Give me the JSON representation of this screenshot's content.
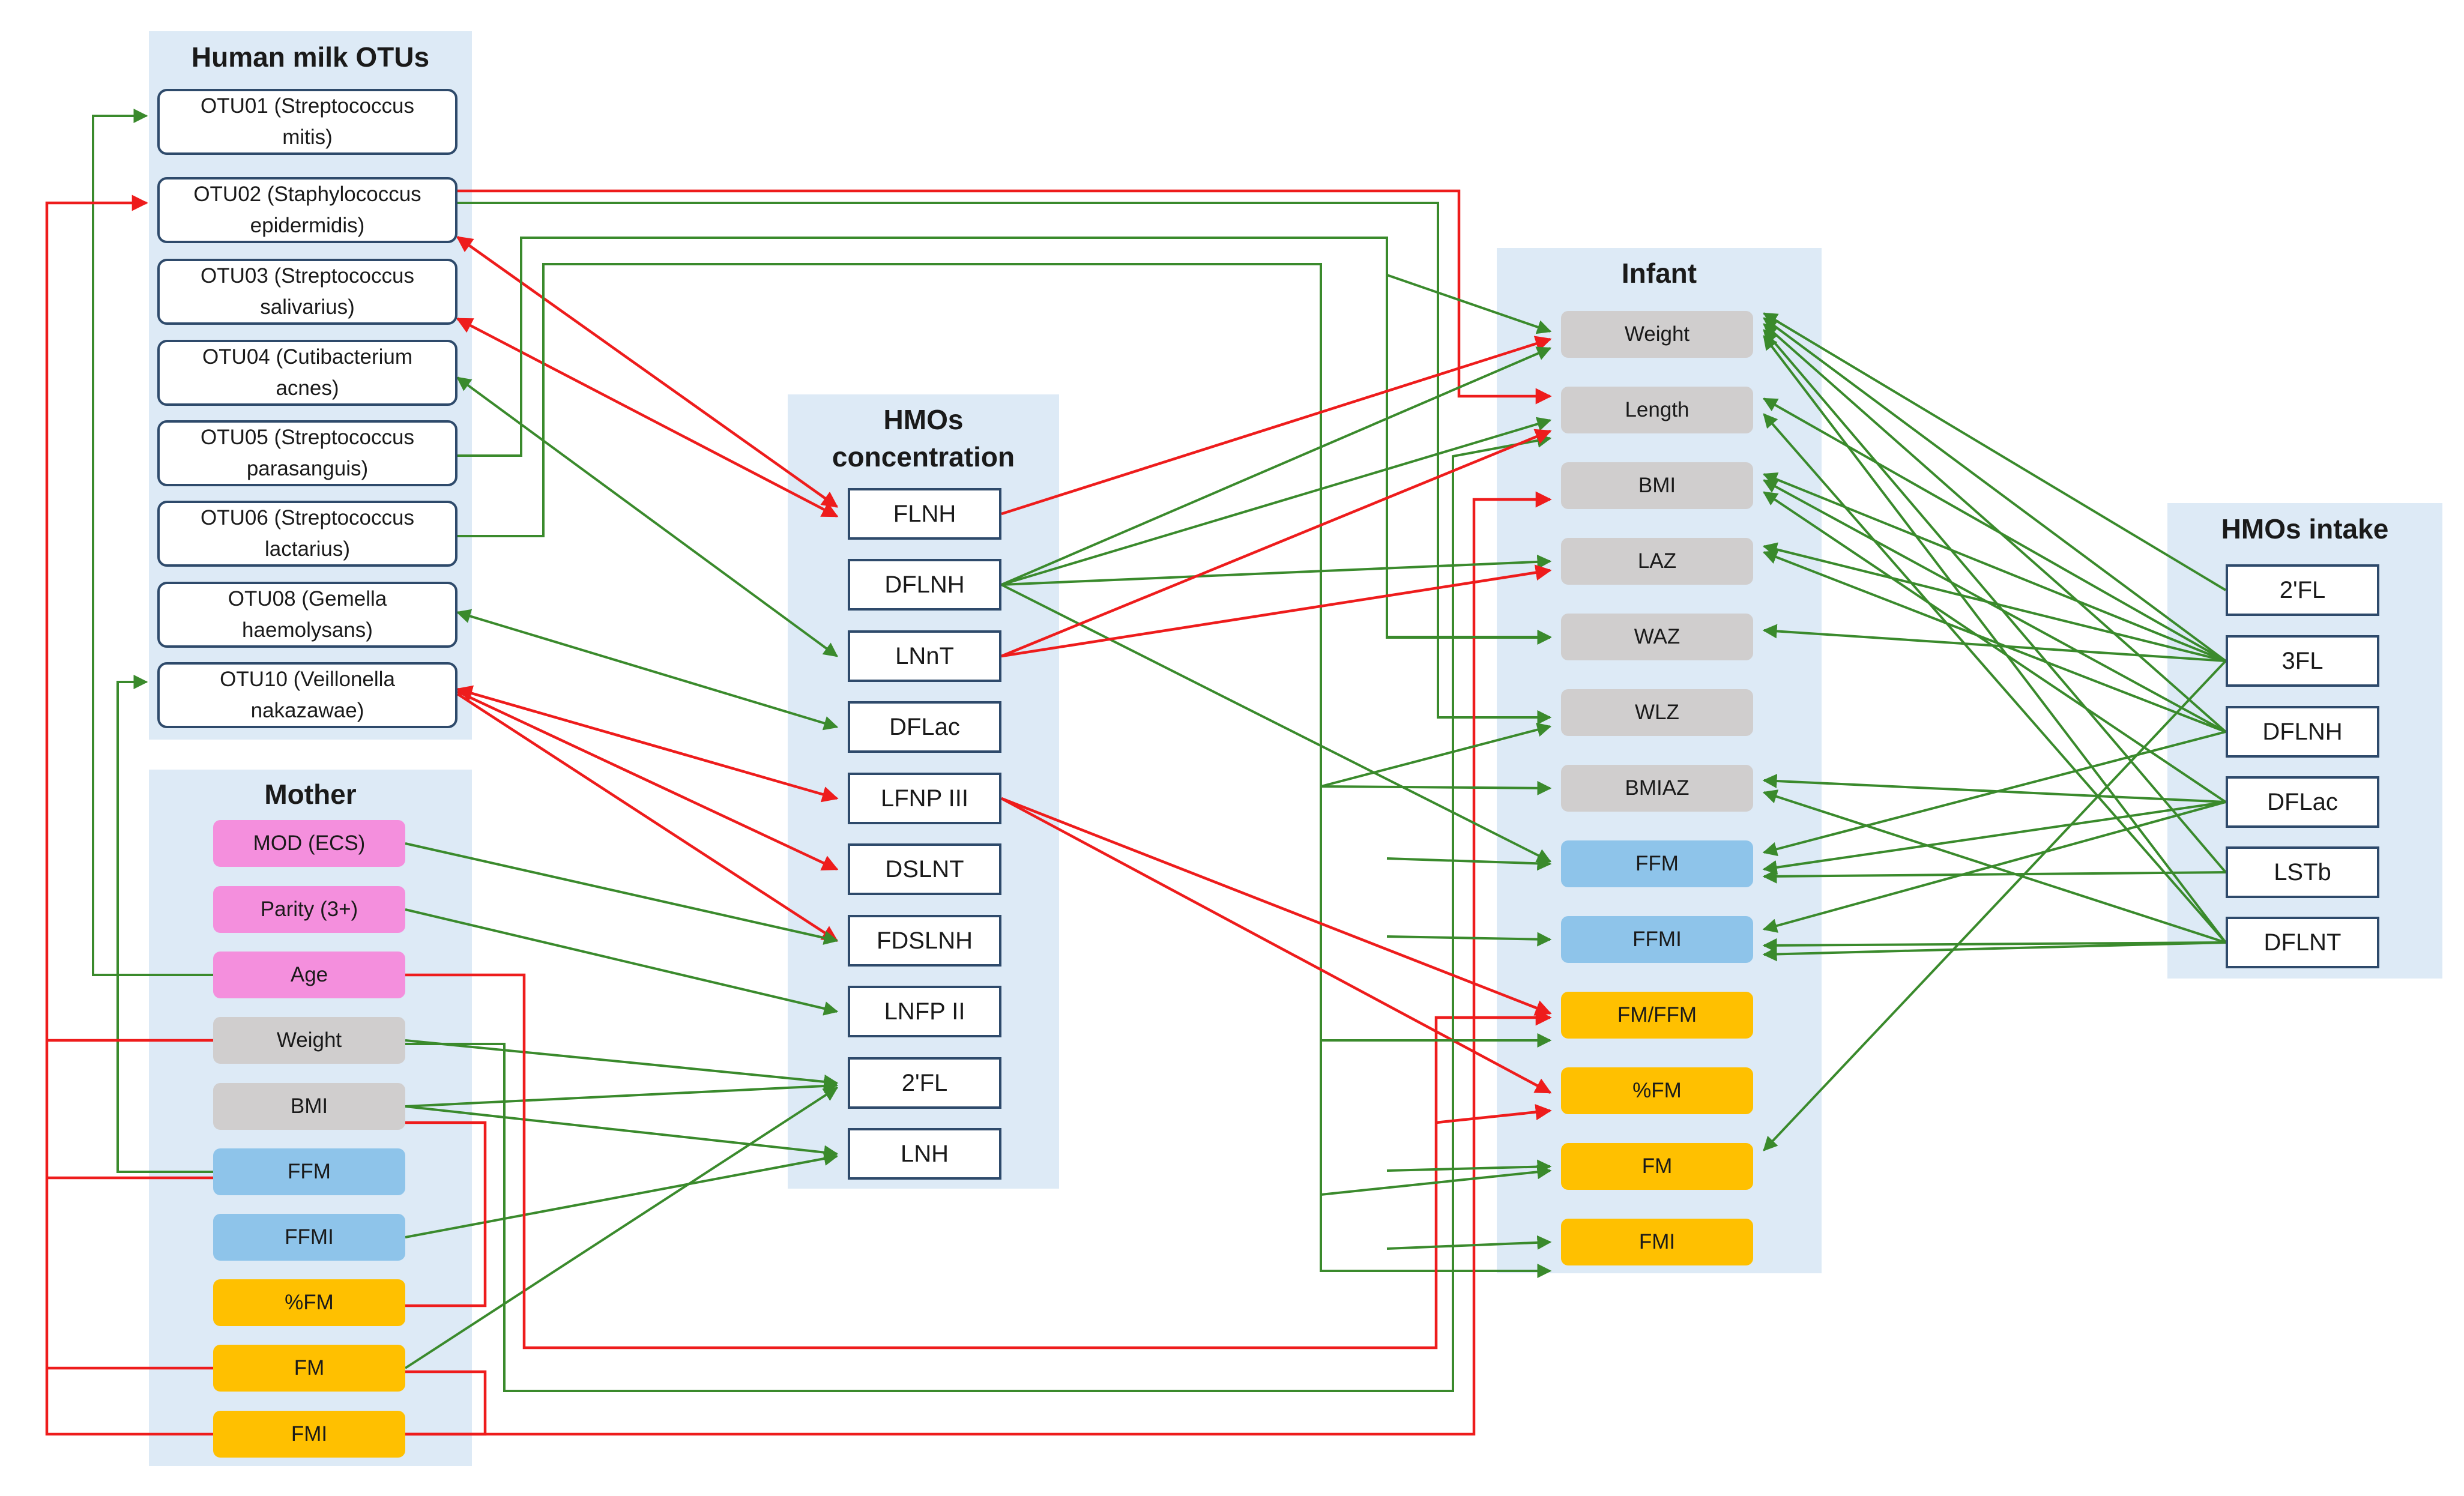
{
  "colors": {
    "positive": "#3a8a2c",
    "negative": "#ee1c1c",
    "panel": "#ddeaf6",
    "box_border": "#2e4a6b",
    "pink": "#f48fdd",
    "gray": "#d0cece",
    "blue": "#8ec4ea",
    "yellow": "#ffc000"
  },
  "panels": {
    "otus": {
      "title": "Human milk OTUs"
    },
    "mother": {
      "title": "Mother"
    },
    "hmo_conc": {
      "title_line1": "HMOs",
      "title_line2": "concentration"
    },
    "infant": {
      "title": "Infant"
    },
    "hmo_intake": {
      "title": "HMOs intake"
    }
  },
  "otus": [
    {
      "line1": "OTU01 (Streptococcus",
      "line2": "mitis)"
    },
    {
      "line1": "OTU02 (Staphylococcus",
      "line2": "epidermidis)"
    },
    {
      "line1": "OTU03 (Streptococcus",
      "line2": "salivarius)"
    },
    {
      "line1": "OTU04 (Cutibacterium",
      "line2": "acnes)"
    },
    {
      "line1": "OTU05 (Streptococcus",
      "line2": "parasanguis)"
    },
    {
      "line1": "OTU06 (Streptococcus",
      "line2": "lactarius)"
    },
    {
      "line1": "OTU08 (Gemella",
      "line2": "haemolysans)"
    },
    {
      "line1": "OTU10 (Veillonella",
      "line2": "nakazawae)"
    }
  ],
  "mother": [
    {
      "label": "MOD (ECS)",
      "color": "pink"
    },
    {
      "label": "Parity (3+)",
      "color": "pink"
    },
    {
      "label": "Age",
      "color": "pink"
    },
    {
      "label": "Weight",
      "color": "gray"
    },
    {
      "label": "BMI",
      "color": "gray"
    },
    {
      "label": "FFM",
      "color": "blue"
    },
    {
      "label": "FFMI",
      "color": "blue"
    },
    {
      "label": "%FM",
      "color": "yellow"
    },
    {
      "label": "FM",
      "color": "yellow"
    },
    {
      "label": "FMI",
      "color": "yellow"
    }
  ],
  "hmo_conc": [
    "FLNH",
    "DFLNH",
    "LNnT",
    "DFLac",
    "LFNP III",
    "DSLNT",
    "FDSLNH",
    "LNFP II",
    "2'FL",
    "LNH"
  ],
  "infant": [
    {
      "label": "Weight",
      "color": "gray"
    },
    {
      "label": "Length",
      "color": "gray"
    },
    {
      "label": "BMI",
      "color": "gray"
    },
    {
      "label": "LAZ",
      "color": "gray"
    },
    {
      "label": "WAZ",
      "color": "gray"
    },
    {
      "label": "WLZ",
      "color": "gray"
    },
    {
      "label": "BMIAZ",
      "color": "gray"
    },
    {
      "label": "FFM",
      "color": "blue"
    },
    {
      "label": "FFMI",
      "color": "blue"
    },
    {
      "label": "FM/FFM",
      "color": "yellow"
    },
    {
      "label": "%FM",
      "color": "yellow"
    },
    {
      "label": "FM",
      "color": "yellow"
    },
    {
      "label": "FMI",
      "color": "yellow"
    }
  ],
  "hmo_intake": [
    "2'FL",
    "3FL",
    "DFLNH",
    "DFLac",
    "LSTb",
    "DFLNT"
  ]
}
